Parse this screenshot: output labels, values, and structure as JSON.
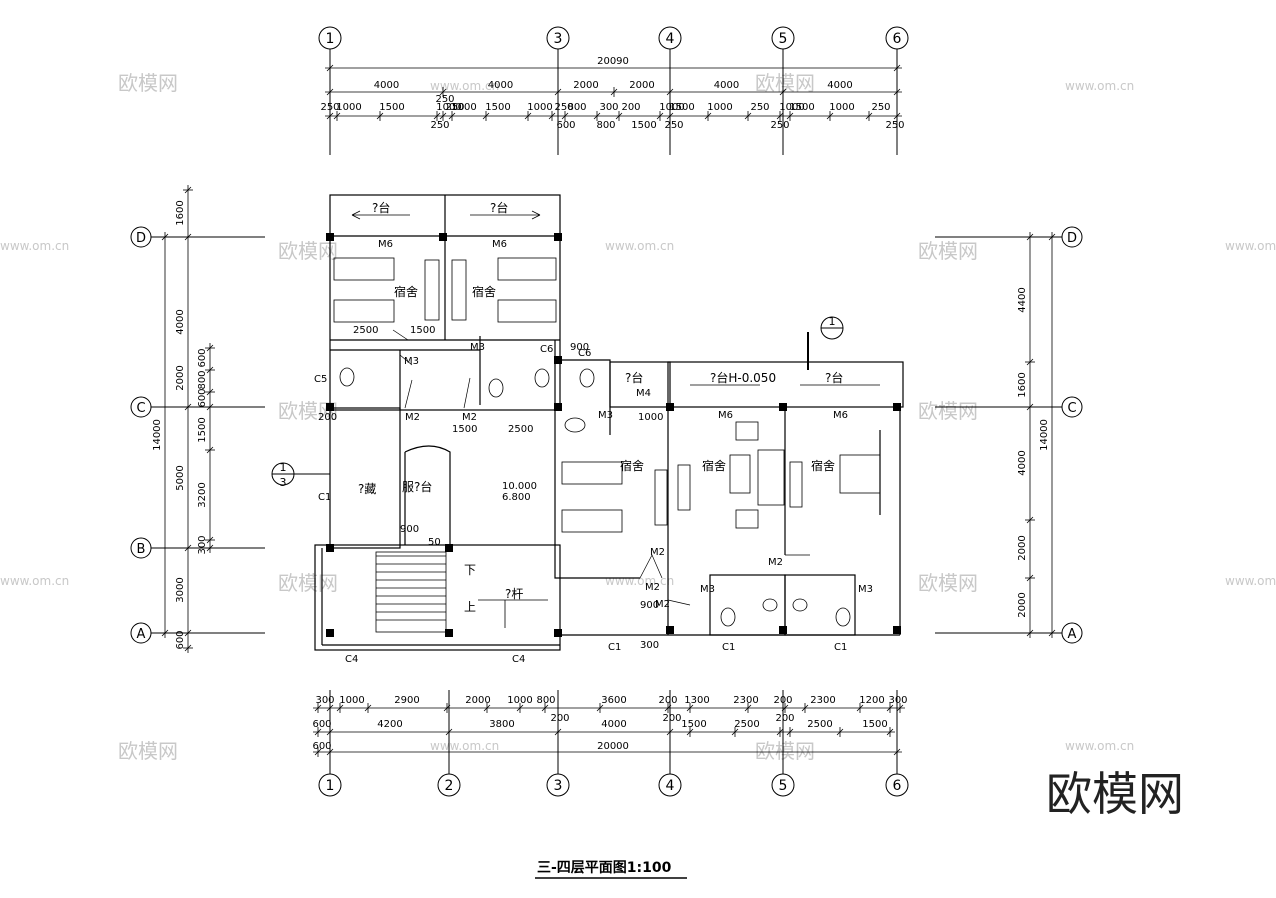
{
  "title": "三-四层平面图1:100",
  "watermark": {
    "brand": "欧模网",
    "url": "www.om.cn"
  },
  "axes": {
    "top": [
      "1",
      "3",
      "4",
      "5",
      "6"
    ],
    "bottom": [
      "1",
      "2",
      "3",
      "4",
      "5",
      "6"
    ],
    "left": [
      "D",
      "C",
      "B",
      "A"
    ],
    "right": [
      "D",
      "C",
      "A"
    ]
  },
  "dims": {
    "top_total": "20090",
    "top_row1": [
      "4000",
      "4000",
      "2000",
      "2000",
      "4000",
      "4000"
    ],
    "top_row2": [
      "250",
      "1000",
      "1500",
      "1000",
      "250",
      "1000",
      "1500",
      "1000",
      "250",
      "800",
      "300",
      "200",
      "1000",
      "1500",
      "1000",
      "250",
      "1000",
      "1500",
      "1000",
      "250"
    ],
    "top_row3": [
      "250",
      "600",
      "800",
      "1500",
      "250",
      "250",
      "250"
    ],
    "bottom_row1": [
      "300",
      "1000",
      "2900",
      "2000",
      "1000",
      "800",
      "3600",
      "200",
      "1300",
      "2300",
      "200",
      "2300",
      "1200",
      "300"
    ],
    "bottom_row2": [
      "600",
      "4200",
      "3800",
      "200",
      "4000",
      "200",
      "1500",
      "2500",
      "200",
      "2500",
      "1500"
    ],
    "bottom_total_left": "600",
    "bottom_total": "20000",
    "left_outer": [
      "1600",
      "4000",
      "2000",
      "5000",
      "3000",
      "600"
    ],
    "left_total": "14000",
    "left_inner": [
      "600",
      "800",
      "600",
      "1500",
      "3200",
      "300"
    ],
    "right_outer": [
      "4400",
      "1600",
      "4000",
      "2000",
      "2000"
    ],
    "right_total": "14000"
  },
  "rooms": {
    "balcony": "?台",
    "dorm": "宿舍",
    "storage": "?藏",
    "service": "服?台",
    "railing": "?杆",
    "down": "下",
    "up": "上",
    "balcony_h": "?台H-0.050"
  },
  "doors": [
    "M6",
    "M6",
    "M3",
    "M3",
    "M2",
    "M2",
    "M4",
    "M3",
    "M6",
    "M6",
    "M2",
    "M2",
    "M2",
    "M2",
    "M3",
    "M3"
  ],
  "windows": [
    "C5",
    "C6",
    "C6",
    "C1",
    "C4",
    "C4",
    "C1",
    "C1",
    "C1"
  ],
  "inner_dims": [
    "2500",
    "1500",
    "1500",
    "2500",
    "900",
    "1000",
    "900",
    "50",
    "900",
    "300",
    "200"
  ],
  "elevation": {
    "upper": "10.000",
    "lower": "6.800"
  },
  "section": {
    "num": "1",
    "sheet": "3"
  },
  "colors": {
    "line": "#000000",
    "watermark": "#c8c8c8"
  }
}
